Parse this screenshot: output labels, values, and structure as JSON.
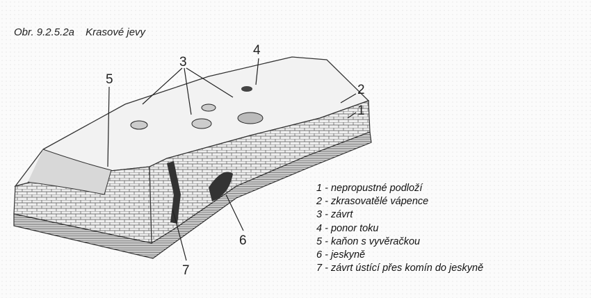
{
  "caption": {
    "number": "Obr. 9.2.5.2a",
    "title": "Krasové jevy"
  },
  "diagram_labels": [
    "1",
    "2",
    "3",
    "4",
    "5",
    "6",
    "7"
  ],
  "legend": [
    "1 - nepropustné podloží",
    "2 - zkrasovatělé vápence",
    "3 - závrt",
    "4 - ponor toku",
    "5 - kaňon s vyvěračkou",
    "6 - jeskyně",
    "7 - závrt ústící přes komín do jeskyně"
  ]
}
